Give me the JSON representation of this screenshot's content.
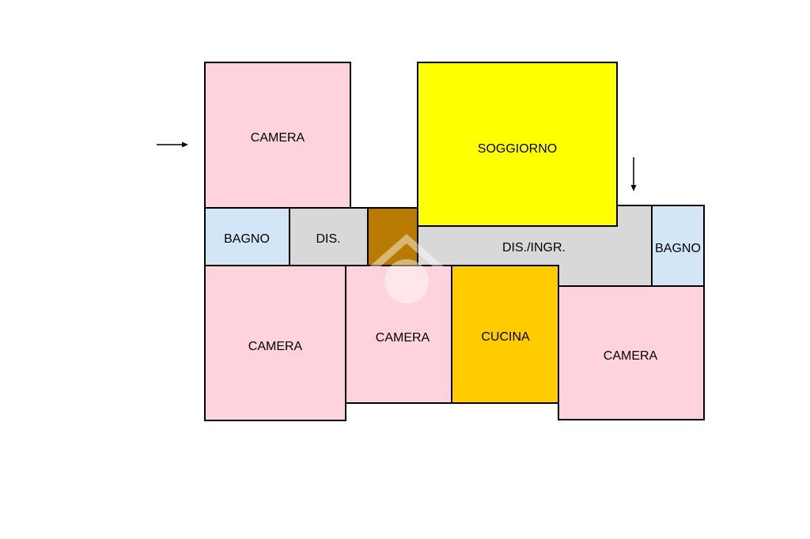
{
  "floorplan": {
    "rooms": [
      {
        "id": "camera-top-left",
        "label": "CAMERA",
        "color": "#ffd3dc"
      },
      {
        "id": "bagno-left",
        "label": "BAGNO",
        "color": "#d2e6f8"
      },
      {
        "id": "dis-left",
        "label": "DIS.",
        "color": "#d8d8d8"
      },
      {
        "id": "stair",
        "label": "",
        "color": "#b87a00"
      },
      {
        "id": "soggiorno",
        "label": "SOGGIORNO",
        "color": "#ffff00"
      },
      {
        "id": "dis-ingr",
        "label": "DIS./INGR.",
        "color": "#d8d8d8"
      },
      {
        "id": "bagno-right",
        "label": "BAGNO",
        "color": "#d2e6f8"
      },
      {
        "id": "camera-bottom-left",
        "label": "CAMERA",
        "color": "#ffd3dc"
      },
      {
        "id": "camera-middle",
        "label": "CAMERA",
        "color": "#ffd3dc"
      },
      {
        "id": "cucina",
        "label": "CUCINA",
        "color": "#ffcc00"
      },
      {
        "id": "camera-right",
        "label": "CAMERA",
        "color": "#ffd3dc"
      }
    ],
    "arrows": [
      {
        "id": "entrance-arrow-left",
        "direction": "right"
      },
      {
        "id": "entrance-arrow-top",
        "direction": "down"
      }
    ],
    "watermark": {
      "name": "home-logo-watermark",
      "color": "#ffffff"
    }
  }
}
